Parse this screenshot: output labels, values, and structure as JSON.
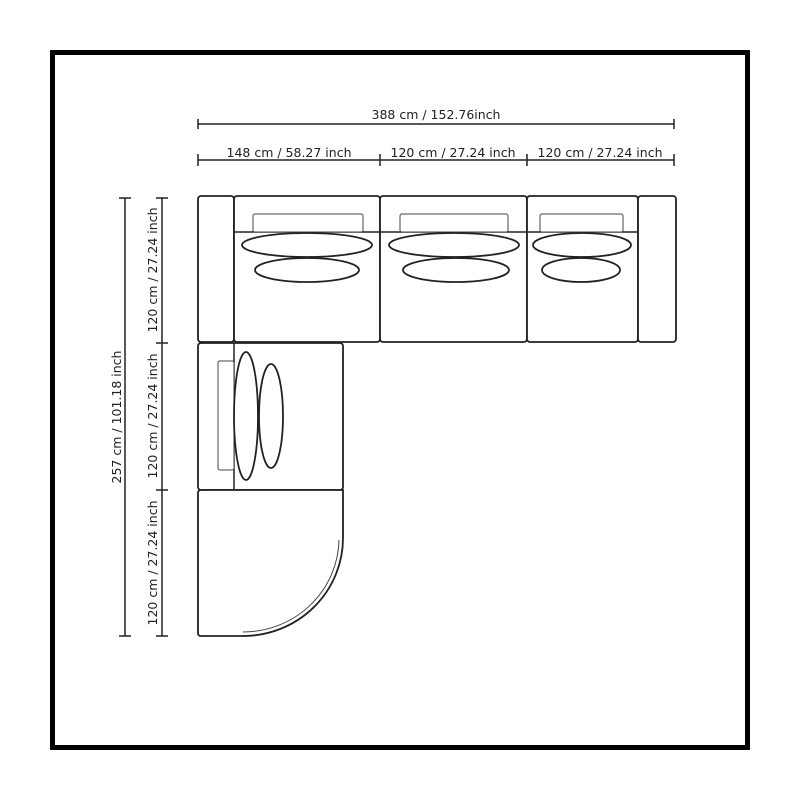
{
  "dimensions": {
    "total_width": "388 cm / 152.76inch",
    "segment_1": "148 cm / 58.27 inch",
    "segment_2": "120 cm / 27.24 inch",
    "segment_3": "120 cm / 27.24 inch",
    "total_depth": "257 cm / 101.18 inch",
    "depth_1": "120 cm / 27.24 inch",
    "depth_2": "120 cm / 27.24 inch",
    "depth_3": "120 cm / 27.24 inch"
  },
  "colors": {
    "line": "#222222",
    "frame": "#000000",
    "background": "#ffffff"
  }
}
